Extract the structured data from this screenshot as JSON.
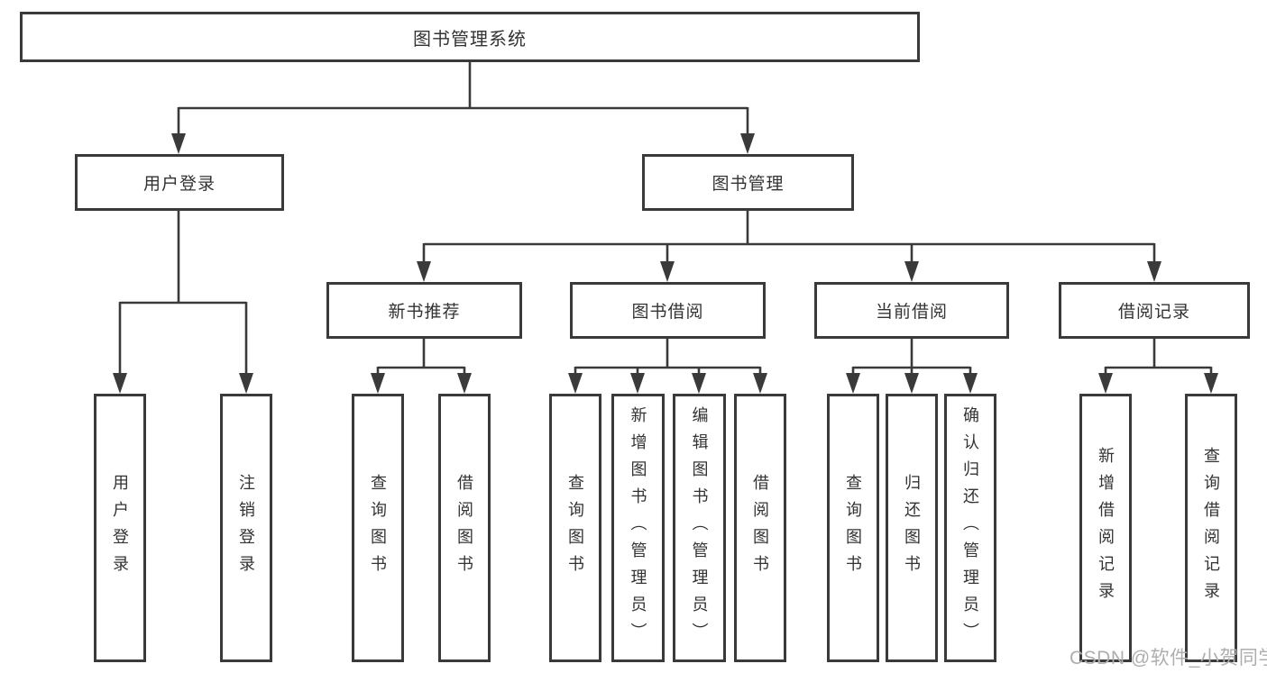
{
  "diagram": {
    "tree": {
      "root": {
        "label": "图书管理系统"
      },
      "level1": [
        {
          "label": "用户登录",
          "children": [
            "用户登录",
            "注销登录"
          ]
        },
        {
          "label": "图书管理",
          "children": [
            "新书推荐",
            "图书借阅",
            "当前借阅",
            "借阅记录"
          ]
        }
      ],
      "level2": [
        {
          "label": "新书推荐",
          "children": [
            "查询图书",
            "借阅图书"
          ]
        },
        {
          "label": "图书借阅",
          "children": [
            "查询图书",
            "新增图书（管理员）",
            "编辑图书（管理员）",
            "借阅图书"
          ]
        },
        {
          "label": "当前借阅",
          "children": [
            "查询图书",
            "归还图书",
            "确认归还（管理员）"
          ]
        },
        {
          "label": "借阅记录",
          "children": [
            "新增借阅记录",
            "查询借阅记录"
          ]
        }
      ]
    },
    "line_color": "#3a3a3a",
    "text_color": "#333333",
    "background_color": "#ffffff"
  },
  "watermark": {
    "text": "CSDN @软件_小贺同学",
    "color": "#aeaeae"
  }
}
